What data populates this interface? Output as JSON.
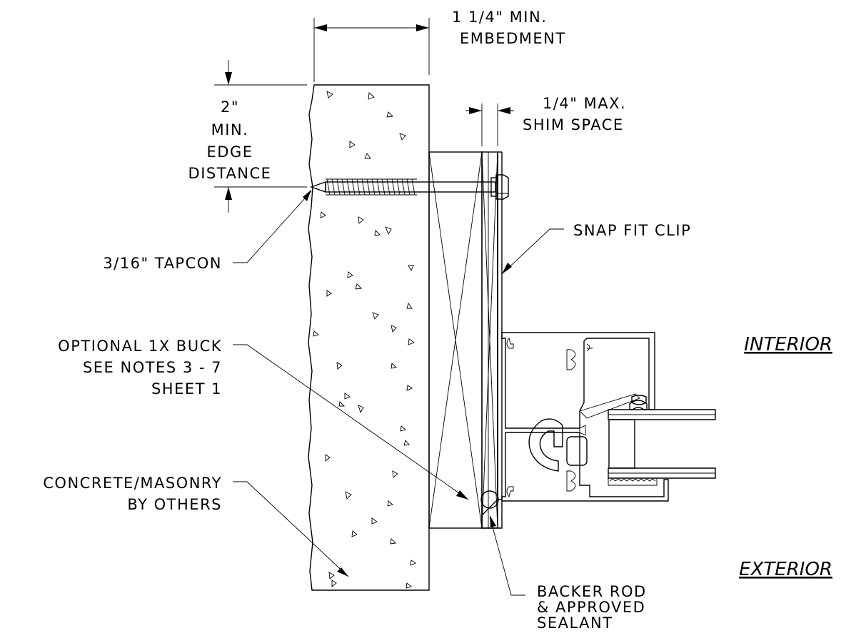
{
  "labels": {
    "embedment_1": "1 1/4\" MIN.",
    "embedment_2": "EMBEDMENT",
    "edge_1": "2\"",
    "edge_2": "MIN.",
    "edge_3": "EDGE",
    "edge_4": "DISTANCE",
    "shim_1": "1/4\" MAX.",
    "shim_2": "SHIM SPACE",
    "clip": "SNAP FIT CLIP",
    "tapcon": "3/16\" TAPCON",
    "buck_1": "OPTIONAL 1X BUCK",
    "buck_2": "SEE NOTES 3 - 7",
    "buck_3": "SHEET 1",
    "concrete_1": "CONCRETE/MASONRY",
    "concrete_2": "BY OTHERS",
    "backer_1": "BACKER ROD",
    "backer_2": "& APPROVED",
    "backer_3": "SEALANT",
    "interior": "INTERIOR",
    "exterior": "EXTERIOR"
  }
}
